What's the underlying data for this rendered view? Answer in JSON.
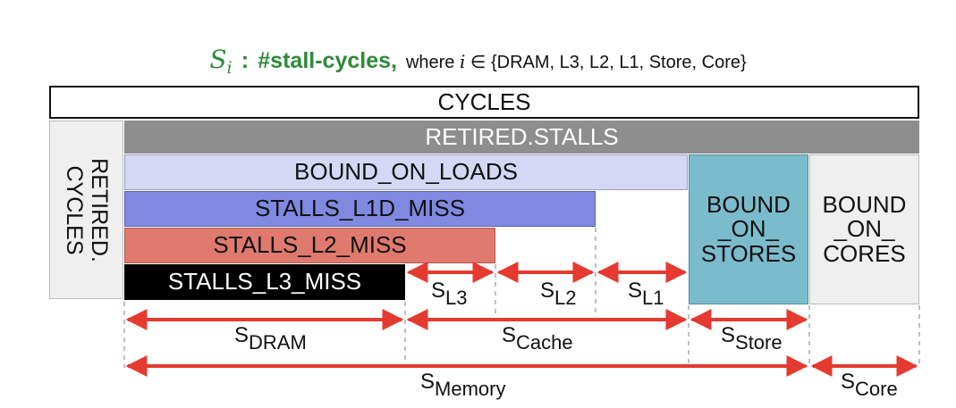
{
  "header": {
    "symbol": "S",
    "subscript": "i",
    "colon": ":",
    "definition": "#stall-cycles,",
    "where_text": "where",
    "where_var": "i",
    "set_text": "∈ {DRAM, L3, L2, L1, Store, Core}"
  },
  "boxes": {
    "cycles": "CYCLES",
    "retired_stalls": "RETIRED.STALLS",
    "retired_cycles": "RETIRED.\nCYCLES",
    "bound_on_loads": "BOUND_ON_LOADS",
    "stalls_l1d_miss": "STALLS_L1D_MISS",
    "stalls_l2_miss": "STALLS_L2_MISS",
    "stalls_l3_miss": "STALLS_L3_MISS",
    "bound_on_stores": "BOUND\n_ON_\nSTORES",
    "bound_on_cores": "BOUND\n_ON_\nCORES"
  },
  "labels": {
    "s": "S",
    "l3": "L3",
    "l2": "L2",
    "l1": "L1",
    "dram": "DRAM",
    "cache": "Cache",
    "store": "Store",
    "memory": "Memory",
    "core": "Core"
  },
  "colors": {
    "green": "#2e8b3a",
    "arrow": "#e53a2f",
    "retired_stalls": "#8e8e8e",
    "bound_on_loads": "#d4d8f4",
    "stalls_l1d_miss": "#8089e0",
    "stalls_l2_miss": "#e07a6e",
    "stalls_l3_miss": "#000000",
    "bound_on_stores": "#7bbccc",
    "bound_on_cores": "#efefef",
    "retired_cycles": "#efefef"
  }
}
